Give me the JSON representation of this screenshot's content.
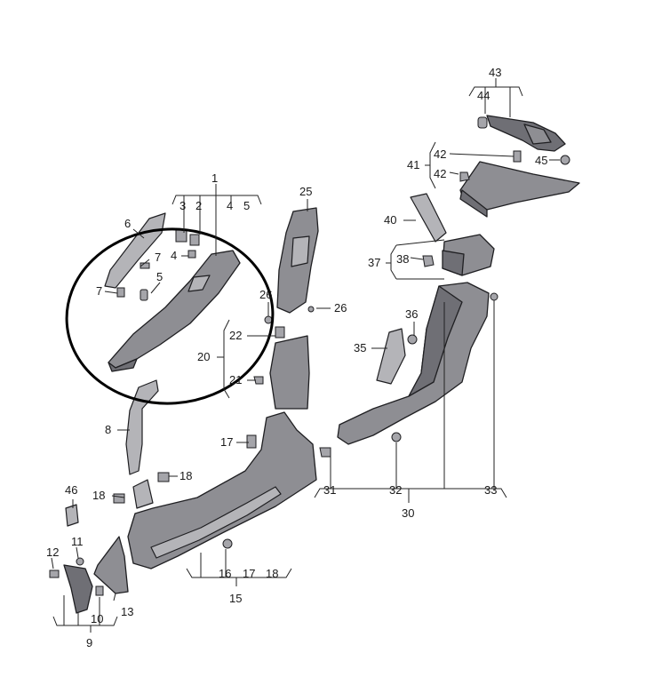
{
  "callouts": {
    "c1": "1",
    "c2": "2",
    "c3": "3",
    "c4a": "4",
    "c4b": "4",
    "c5a": "5",
    "c5b": "5",
    "c6": "6",
    "c7a": "7",
    "c7b": "7",
    "c8": "8",
    "c9": "9",
    "c10": "10",
    "c11": "11",
    "c12": "12",
    "c13": "13",
    "c15": "15",
    "c16": "16",
    "c17a": "17",
    "c17b": "17",
    "c18a": "18",
    "c18b": "18",
    "c18c": "18",
    "c20": "20",
    "c21": "21",
    "c22": "22",
    "c25": "25",
    "c26a": "26",
    "c26b": "26",
    "c30": "30",
    "c31": "31",
    "c32": "32",
    "c33": "33",
    "c35": "35",
    "c36": "36",
    "c37": "37",
    "c38": "38",
    "c40": "40",
    "c41": "41",
    "c42a": "42",
    "c42b": "42",
    "c43": "43",
    "c44": "44",
    "c45": "45",
    "c46": "46"
  },
  "highlight": {
    "shape": "ellipse",
    "color": "#000000"
  }
}
